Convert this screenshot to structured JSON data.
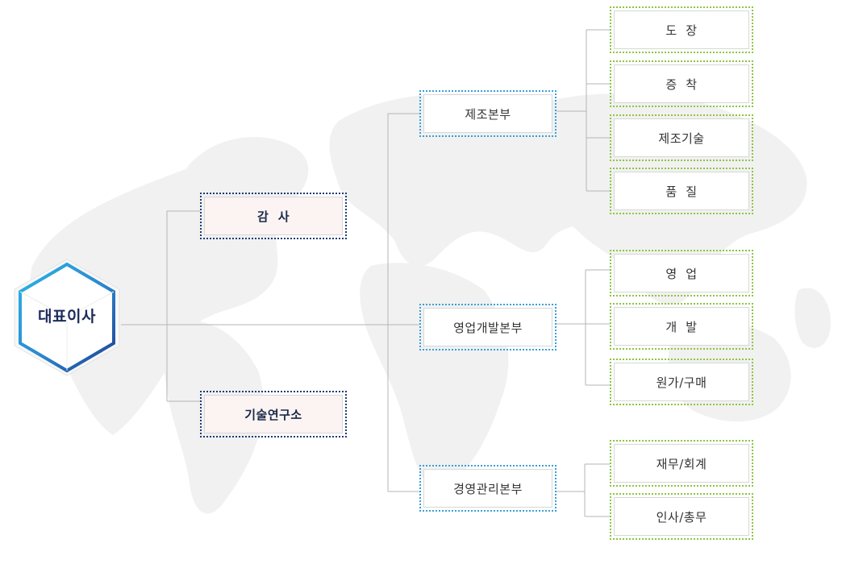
{
  "ceo": {
    "label": "대표이사"
  },
  "level1": [
    {
      "id": "audit",
      "label": "감  사"
    },
    {
      "id": "rnd",
      "label": "기술연구소"
    }
  ],
  "level2": [
    {
      "id": "manufacturing",
      "label": "제조본부"
    },
    {
      "id": "sales-dev",
      "label": "영업개발본부"
    },
    {
      "id": "management",
      "label": "경영관리본부"
    }
  ],
  "level3": {
    "manufacturing": [
      {
        "id": "painting",
        "label": "도  장"
      },
      {
        "id": "deposition",
        "label": "증  착"
      },
      {
        "id": "mfg-tech",
        "label": "제조기술"
      },
      {
        "id": "quality",
        "label": "품  질"
      }
    ],
    "sales-dev": [
      {
        "id": "sales",
        "label": "영  업"
      },
      {
        "id": "development",
        "label": "개  발"
      },
      {
        "id": "purchasing",
        "label": "원가/구매"
      }
    ],
    "management": [
      {
        "id": "finance",
        "label": "재무/회계"
      },
      {
        "id": "hr",
        "label": "인사/총무"
      }
    ]
  },
  "colors": {
    "ceo_border_light": "#29b6e8",
    "ceo_border_dark": "#1f3f8f",
    "level1_border": "#1f3a73",
    "level2_border": "#3aa0d6",
    "level3_border": "#8cc63f",
    "connector": "#b5b5b5"
  }
}
